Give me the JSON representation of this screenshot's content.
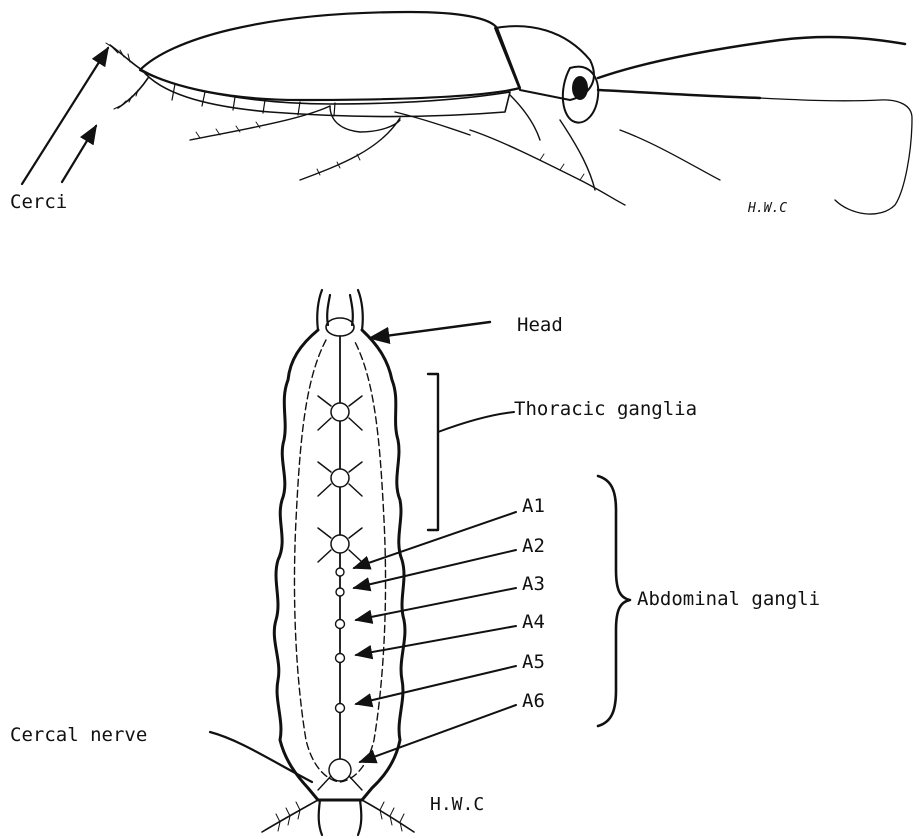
{
  "top_figure": {
    "labels": {
      "cerci": "Cerci",
      "signature": "H.W.C"
    }
  },
  "bottom_figure": {
    "labels": {
      "head": "Head",
      "thoracic": "Thoracic ganglia",
      "abdominal": "Abdominal gangli",
      "cercal_nerve": "Cercal nerve",
      "signature": "H.W.C"
    },
    "abdominal_ganglia": [
      "A1",
      "A2",
      "A3",
      "A4",
      "A5",
      "A6"
    ]
  }
}
